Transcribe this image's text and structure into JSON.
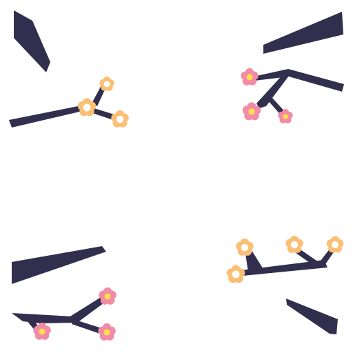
{
  "colors": {
    "background": "#ffffff",
    "branch": "#322f4e",
    "peach_petal": "#fbbf74",
    "peach_center": "#ffffff",
    "pink_petal": "#f28ba6",
    "pink_center": "#fde14c"
  },
  "groups": [
    {
      "name": "top-left-branch-group",
      "flower_style": "peach"
    },
    {
      "name": "top-right-branch-group",
      "flower_style": "pink"
    },
    {
      "name": "bottom-left-branch-group",
      "flower_style": "pink"
    },
    {
      "name": "bottom-right-branch-group",
      "flower_style": "peach"
    }
  ],
  "icons": [
    "blossom-icon",
    "branch-icon"
  ]
}
